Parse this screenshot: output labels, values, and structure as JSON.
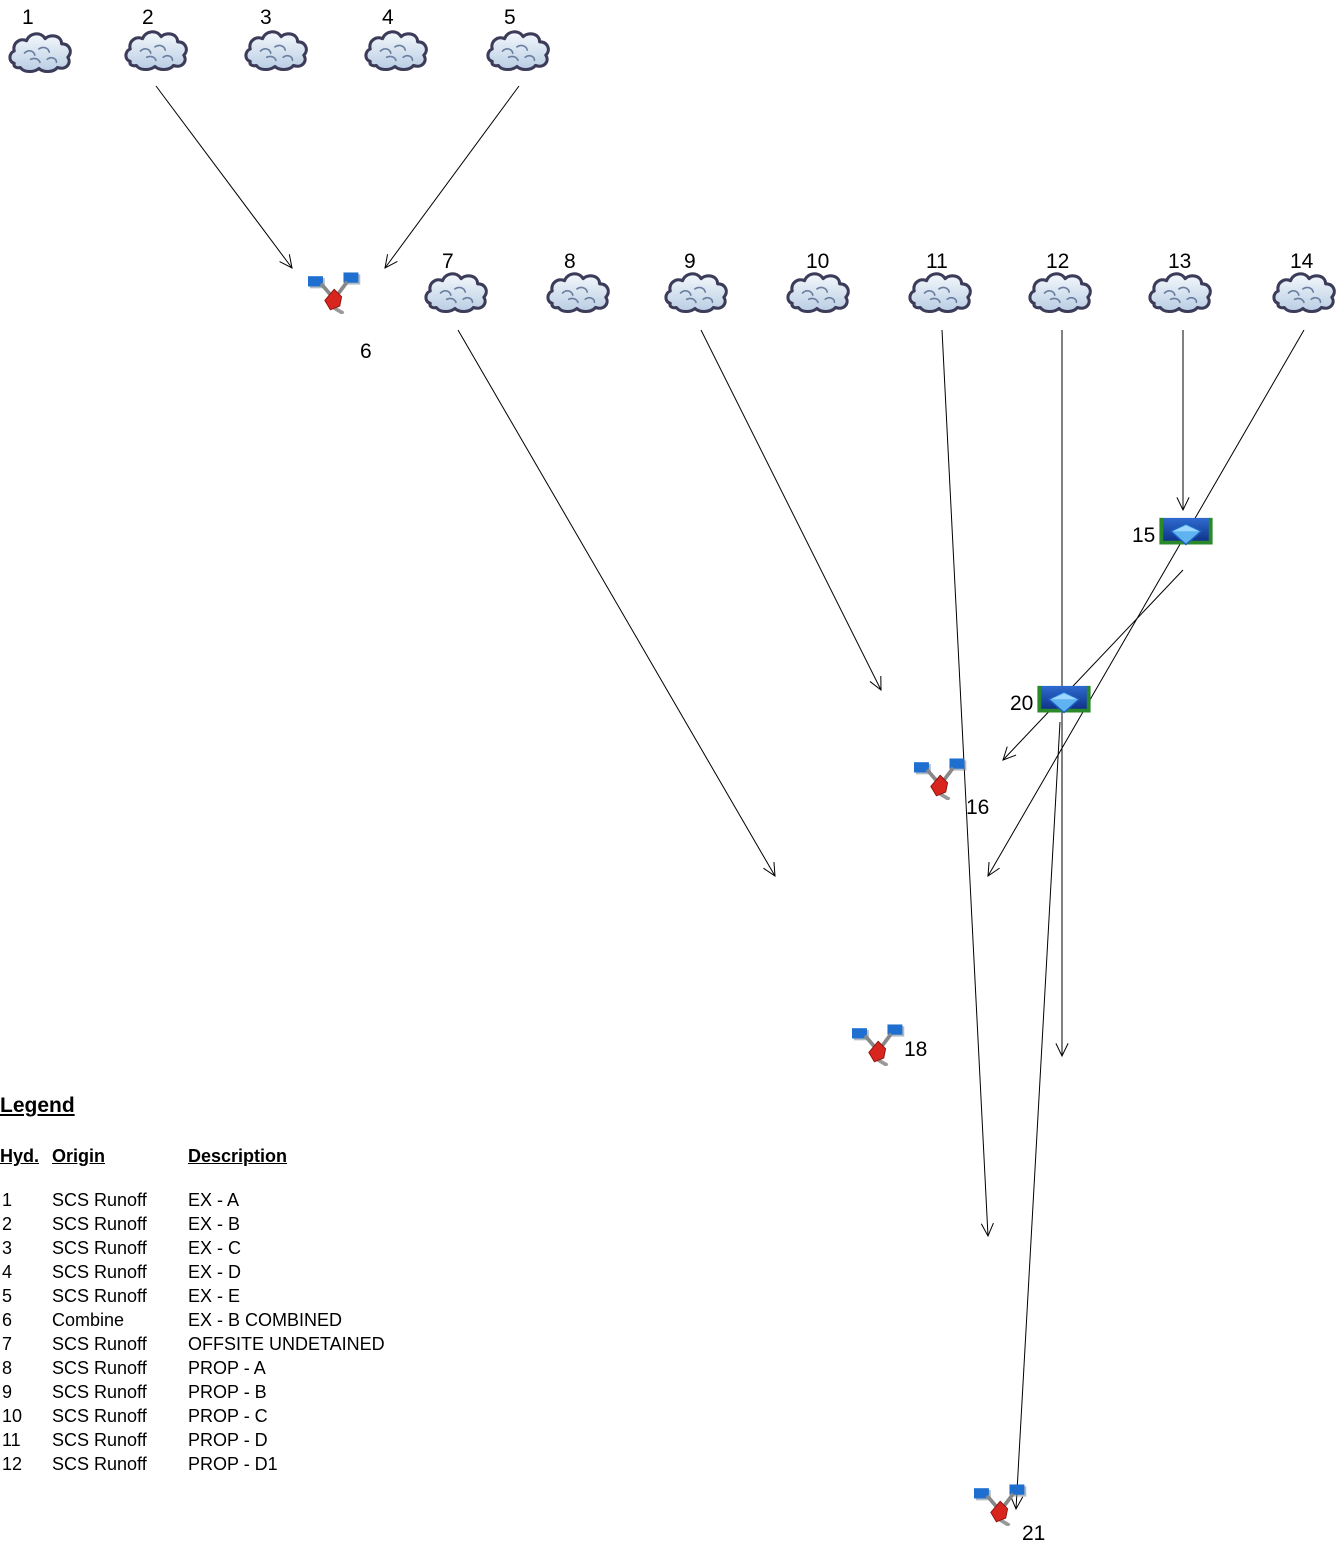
{
  "nodes": [
    {
      "id": "1",
      "kind": "runoff",
      "label": "1"
    },
    {
      "id": "2",
      "kind": "runoff",
      "label": "2"
    },
    {
      "id": "3",
      "kind": "runoff",
      "label": "3"
    },
    {
      "id": "4",
      "kind": "runoff",
      "label": "4"
    },
    {
      "id": "5",
      "kind": "runoff",
      "label": "5"
    },
    {
      "id": "6",
      "kind": "combine",
      "label": "6"
    },
    {
      "id": "7",
      "kind": "runoff",
      "label": "7"
    },
    {
      "id": "8",
      "kind": "runoff",
      "label": "8"
    },
    {
      "id": "9",
      "kind": "runoff",
      "label": "9"
    },
    {
      "id": "10",
      "kind": "runoff",
      "label": "10"
    },
    {
      "id": "11",
      "kind": "runoff",
      "label": "11"
    },
    {
      "id": "12",
      "kind": "runoff",
      "label": "12"
    },
    {
      "id": "13",
      "kind": "runoff",
      "label": "13"
    },
    {
      "id": "14",
      "kind": "runoff",
      "label": "14"
    },
    {
      "id": "15",
      "kind": "reservoir",
      "label": "15"
    },
    {
      "id": "16",
      "kind": "combine",
      "label": "16"
    },
    {
      "id": "18",
      "kind": "combine",
      "label": "18"
    },
    {
      "id": "20",
      "kind": "reservoir",
      "label": "20"
    },
    {
      "id": "21",
      "kind": "combine",
      "label": "21"
    }
  ],
  "edges": [
    {
      "from": "2",
      "to": "6"
    },
    {
      "from": "5",
      "to": "6"
    },
    {
      "from": "7",
      "to": "18"
    },
    {
      "from": "9",
      "to": "16"
    },
    {
      "from": "11",
      "to": "20"
    },
    {
      "from": "12",
      "to": "18"
    },
    {
      "from": "13",
      "to": "15"
    },
    {
      "from": "14",
      "to": "18"
    },
    {
      "from": "15",
      "to": "16"
    },
    {
      "from": "20",
      "to": "21"
    }
  ],
  "legend": {
    "title": "Legend",
    "headers": {
      "hyd": "Hyd.",
      "origin": "Origin",
      "description": "Description"
    },
    "rows": [
      {
        "hyd": "1",
        "origin": "SCS Runoff",
        "description": "EX - A"
      },
      {
        "hyd": "2",
        "origin": "SCS Runoff",
        "description": "EX - B"
      },
      {
        "hyd": "3",
        "origin": "SCS Runoff",
        "description": "EX - C"
      },
      {
        "hyd": "4",
        "origin": "SCS Runoff",
        "description": "EX - D"
      },
      {
        "hyd": "5",
        "origin": "SCS Runoff",
        "description": "EX - E"
      },
      {
        "hyd": "6",
        "origin": "Combine",
        "description": "EX - B COMBINED"
      },
      {
        "hyd": "7",
        "origin": "SCS Runoff",
        "description": "OFFSITE UNDETAINED"
      },
      {
        "hyd": "8",
        "origin": "SCS Runoff",
        "description": "PROP - A"
      },
      {
        "hyd": "9",
        "origin": "SCS Runoff",
        "description": "PROP - B"
      },
      {
        "hyd": "10",
        "origin": "SCS Runoff",
        "description": "PROP - C"
      },
      {
        "hyd": "11",
        "origin": "SCS Runoff",
        "description": "PROP - D"
      },
      {
        "hyd": "12",
        "origin": "SCS Runoff",
        "description": "PROP - D1"
      }
    ]
  },
  "colors": {
    "cloud_fill": "#dbe8f4",
    "cloud_outline": "#3c3c5a",
    "combine_square": "#1f6fd1",
    "combine_node": "#d8261e",
    "reservoir_fill": "#1a4fb0",
    "reservoir_edge": "#2a8a2a",
    "arrow": "#000000"
  }
}
